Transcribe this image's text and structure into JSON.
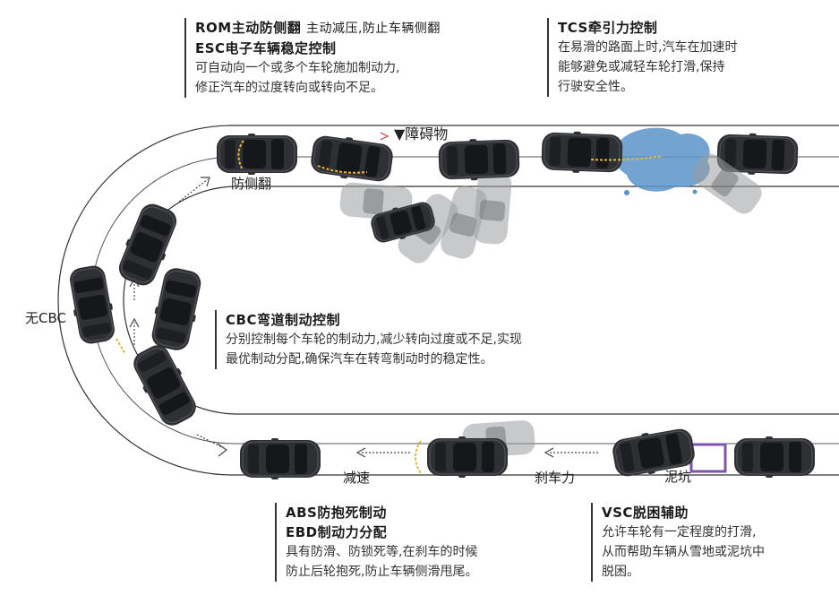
{
  "blocks": {
    "rom": {
      "title": "ROM主动防侧翻",
      "title_note": "主动减压,防止车辆侧翻",
      "subtitle": "ESC电子车辆稳定控制",
      "lines": [
        "可自动向一个或多个车轮施加制动力,",
        "修正汽车的过度转向或转向不足。"
      ]
    },
    "tcs": {
      "title": "TCS牵引力控制",
      "lines": [
        "在易滑的路面上时,汽车在加速时",
        "能够避免或减轻车轮打滑,保持",
        "行驶安全性。"
      ]
    },
    "cbc": {
      "title": "CBC弯道制动控制",
      "lines": [
        "分别控制每个车轮的制动力,减少转向过度或不足,实现",
        "最优制动分配,确保汽车在转弯制动时的稳定性。"
      ]
    },
    "abs": {
      "title": "ABS防抱死制动",
      "subtitle": "EBD制动力分配",
      "lines": [
        "具有防滑、防锁死等,在刹车的时候",
        "防止后轮抱死,防止车辆侧滑甩尾。"
      ]
    },
    "vsc": {
      "title": "VSC脱困辅助",
      "lines": [
        "允许车轮有一定程度的打滑,",
        "从而帮助车辆从雪地或泥坑中",
        "脱困。"
      ]
    }
  },
  "labels": {
    "obstacle": "▼障碍物",
    "anti_rollover": "防侧翻",
    "no_cbc": "无CBC",
    "decelerate": "减速",
    "braking_force": "刹车力",
    "mud_pit": "泥坑"
  },
  "colors": {
    "car_body": "#2e3033",
    "car_glass": "#15171a",
    "ghost_car": "#9a9c9e",
    "water": "#5a93c8",
    "mud": "#7a55a8",
    "wheel_glow": "#e7b53a",
    "road_line": "#333333"
  }
}
